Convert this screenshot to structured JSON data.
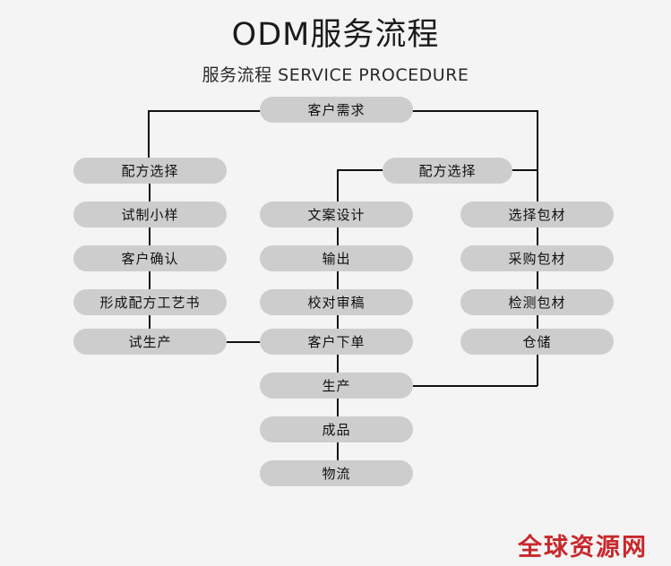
{
  "header": {
    "title": "ODM服务流程",
    "subtitle": "服务流程 SERVICE PROCEDURE"
  },
  "colors": {
    "background": "#f4f4f4",
    "node_fill": "#cdcdcd",
    "node_text": "#101010",
    "line": "#111111",
    "title_text": "#1b1b1b",
    "watermark": "#c8282c"
  },
  "flow": {
    "root": {
      "label": "客户需求"
    },
    "left_branch": {
      "nodes": [
        {
          "label": "配方选择"
        },
        {
          "label": "试制小样"
        },
        {
          "label": "客户确认"
        },
        {
          "label": "形成配方工艺书"
        },
        {
          "label": "试生产"
        }
      ]
    },
    "middle_branch": {
      "header": {
        "label": "配方选择"
      },
      "nodes": [
        {
          "label": "文案设计"
        },
        {
          "label": "输出"
        },
        {
          "label": "校对审稿"
        },
        {
          "label": "客户下单"
        }
      ]
    },
    "right_branch": {
      "nodes": [
        {
          "label": "选择包材"
        },
        {
          "label": "采购包材"
        },
        {
          "label": "检测包材"
        },
        {
          "label": "仓储"
        }
      ]
    },
    "tail": {
      "nodes": [
        {
          "label": "生产"
        },
        {
          "label": "成品"
        },
        {
          "label": "物流"
        }
      ]
    }
  },
  "watermark": {
    "text": "全球资源网"
  }
}
